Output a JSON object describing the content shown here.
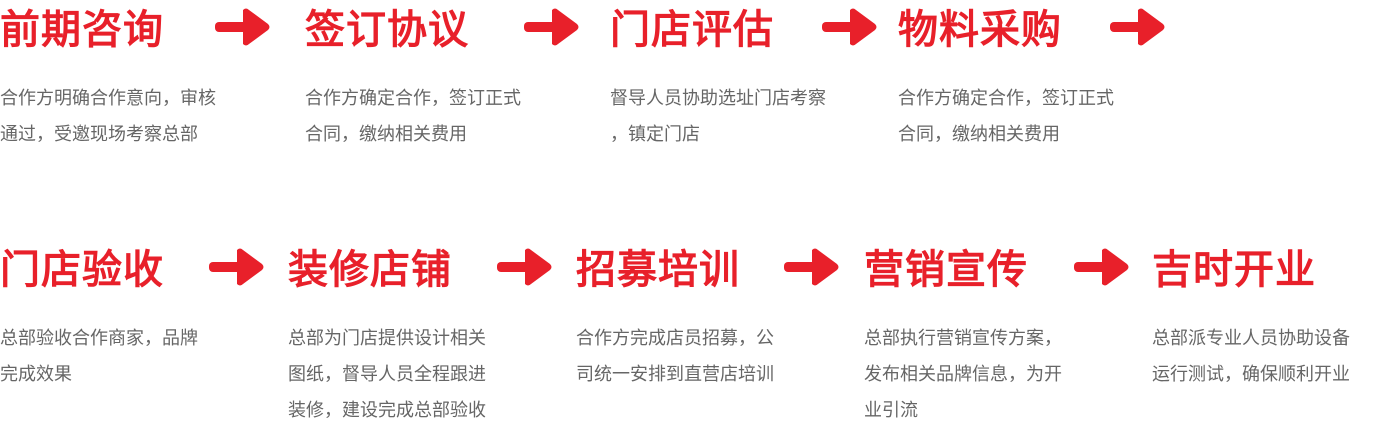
{
  "accent_color": "#e8202a",
  "text_color": "#666666",
  "steps": [
    {
      "title": "前期咨询",
      "lines": [
        "合作方明确合作意向，审核",
        "通过，受邀现场考察总部"
      ]
    },
    {
      "title": "签订协议",
      "lines": [
        "合作方确定合作，签订正式",
        "合同，缴纳相关费用"
      ]
    },
    {
      "title": "门店评估",
      "lines": [
        "督导人员协助选址门店考察",
        "，镇定门店"
      ]
    },
    {
      "title": "物料采购",
      "lines": [
        "合作方确定合作，签订正式",
        "合同，缴纳相关费用"
      ]
    },
    {
      "title": "门店验收",
      "lines": [
        "总部验收合作商家，品牌",
        "完成效果"
      ]
    },
    {
      "title": "装修店铺",
      "lines": [
        "总部为门店提供设计相关",
        "图纸，督导人员全程跟进",
        "装修，建设完成总部验收"
      ]
    },
    {
      "title": "招募培训",
      "lines": [
        "合作方完成店员招募，公",
        "司统一安排到直营店培训"
      ]
    },
    {
      "title": "营销宣传",
      "lines": [
        "总部执行营销宣传方案，",
        "发布相关品牌信息，为开",
        "业引流"
      ]
    },
    {
      "title": "吉时开业",
      "lines": [
        "总部派专业人员协助设备",
        "运行测试，确保顺利开业"
      ]
    }
  ],
  "arrow_icon": "right-arrow-icon"
}
